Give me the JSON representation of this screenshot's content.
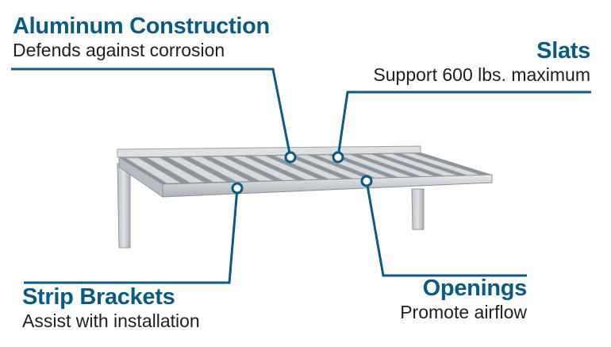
{
  "colors": {
    "accent": "#0a5a86",
    "text": "#1e1e1e",
    "metal": "#c9ced3"
  },
  "callouts": {
    "aluminum": {
      "title": "Aluminum Construction",
      "subtitle": "Defends against corrosion"
    },
    "slats": {
      "title": "Slats",
      "subtitle": "Support 600 lbs. maximum"
    },
    "strip": {
      "title": "Strip Brackets",
      "subtitle": "Assist with installation"
    },
    "openings": {
      "title": "Openings",
      "subtitle": "Promote airflow"
    }
  }
}
